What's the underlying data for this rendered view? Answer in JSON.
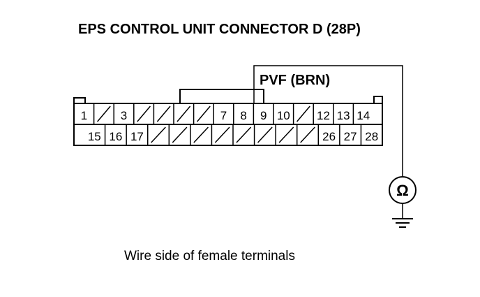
{
  "diagram": {
    "title": "EPS CONTROL UNIT CONNECTOR D (28P)",
    "wire_label": "PVF (BRN)",
    "caption": "Wire side of female terminals",
    "meter_symbol": "Ω",
    "meter_icon": "ohmmeter-icon",
    "ground_icon": "ground-icon",
    "probe_pin": "9",
    "connector": {
      "top_row": [
        "1",
        "",
        "3",
        "",
        "",
        "",
        "",
        "7",
        "8",
        "9",
        "10",
        "",
        "12",
        "13",
        "14"
      ],
      "bottom_row": [
        "15",
        "16",
        "17",
        "",
        "",
        "",
        "",
        "",
        "",
        "",
        "",
        "26",
        "27",
        "28"
      ]
    }
  }
}
